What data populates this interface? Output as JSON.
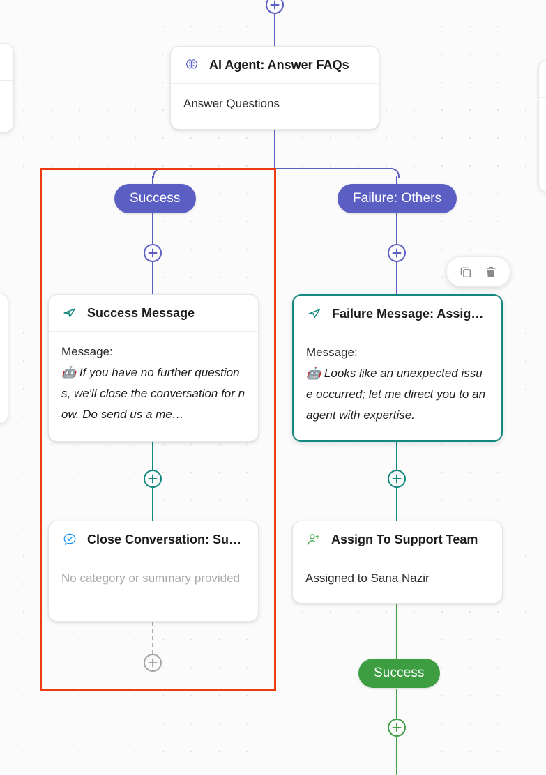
{
  "canvas": {
    "background_color": "#fbfbfb",
    "dot_color": "#e3e3e3",
    "selection_color": "#ef3b11"
  },
  "toolbar": {
    "copy_label": "Duplicate",
    "delete_label": "Delete"
  },
  "nodes": {
    "ai_agent": {
      "title": "AI Agent: Answer FAQs",
      "body": "Answer Questions",
      "icon": "brain-icon",
      "icon_color": "#5b5fc4"
    },
    "success_message": {
      "title": "Success Message",
      "body_label": "Message:",
      "emoji": "🤖",
      "message": "If you have no further questions, we'll close the conversation for now. Do send us a me…",
      "icon": "send-icon",
      "icon_color": "#12897f"
    },
    "failure_message": {
      "title": "Failure Message: Assign…",
      "body_label": "Message:",
      "emoji": "🤖",
      "message": "Looks like an unexpected issue occurred; let me direct you to an agent with expertise.",
      "icon": "send-icon",
      "icon_color": "#12897f",
      "selected": true
    },
    "close_conversation": {
      "title": "Close Conversation: Suc…",
      "body": "No category or summary provided",
      "icon": "chat-check-icon",
      "icon_color": "#2196f3"
    },
    "assign_support": {
      "title": "Assign To Support Team",
      "body": "Assigned to Sana Nazir",
      "icon": "user-add-icon",
      "icon_color": "#4caf50"
    }
  },
  "badges": {
    "success_branch": {
      "label": "Success",
      "color": "#5b5fc4"
    },
    "failure_branch": {
      "label": "Failure: Others",
      "color": "#5b5fc4"
    },
    "assign_success": {
      "label": "Success",
      "color": "#3c9d41"
    }
  },
  "add_nodes": {
    "top": "add-step",
    "success_branch": "add-step",
    "failure_branch": "add-step",
    "after_success_message": "add-step",
    "after_failure_message": "add-step",
    "after_close_conversation": "add-step",
    "after_assign_success": "add-step"
  }
}
